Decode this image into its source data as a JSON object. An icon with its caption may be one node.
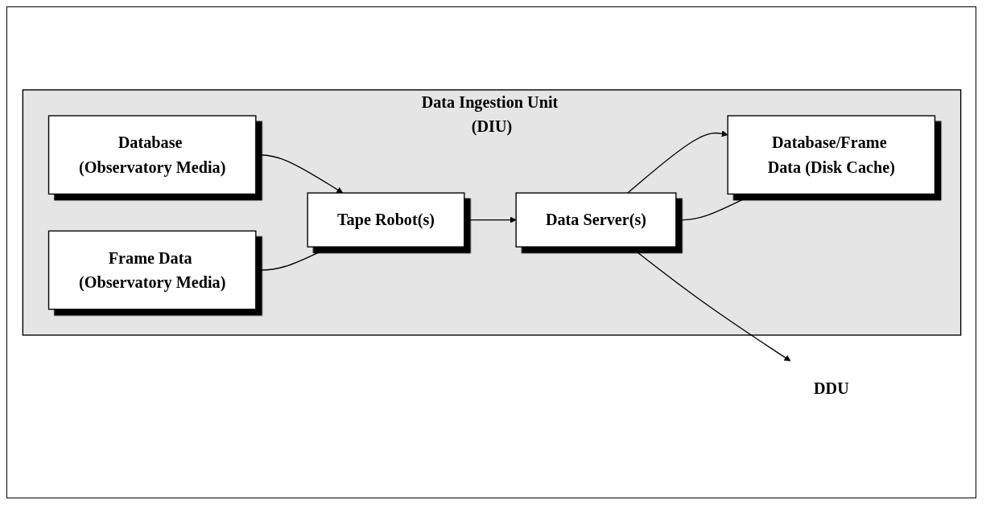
{
  "diagram": {
    "nodes": [
      {
        "text": [
          "Data Ingestion Unit (DIU)"
        ]
      },
      {
        "text": [
          "Database (Observatory Media)"
        ],
        "in": 0
      },
      {
        "text": [
          "Tape Robot(s)"
        ],
        "in": 0
      },
      {
        "text": [
          "Data Server(s)"
        ],
        "in": 0
      },
      {
        "text": [
          "Frame Data (Observatory Media)"
        ],
        "in": 0
      },
      {
        "text": [
          "Database/Frame Data (Disk Cache)"
        ],
        "in": 0
      },
      {
        "text": [
          "DDU"
        ]
      }
    ],
    "edges": [
      {
        "from": 1,
        "to": 2,
        "arrow": "to"
      },
      {
        "from": 4,
        "to": 2,
        "arrow": "to"
      },
      {
        "from": 2,
        "to": 3,
        "arrow": "to"
      },
      {
        "from": 3,
        "to": 5,
        "arrow": "to"
      },
      {
        "from": 5,
        "to": 3,
        "arrow": "to"
      },
      {
        "from": 3,
        "to": 6,
        "arrow": "to"
      }
    ]
  }
}
